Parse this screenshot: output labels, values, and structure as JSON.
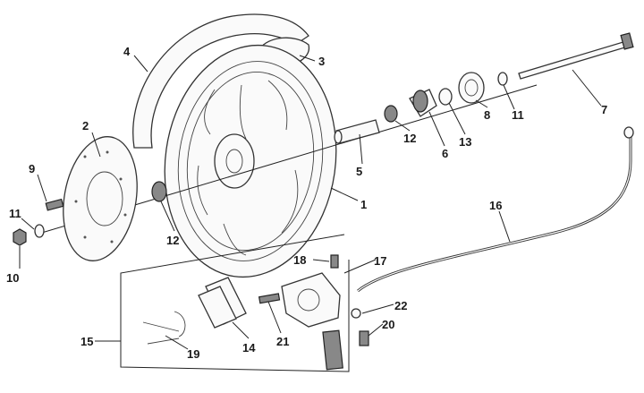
{
  "diagram": {
    "callouts": [
      {
        "id": "c1",
        "label": "1"
      },
      {
        "id": "c2",
        "label": "2"
      },
      {
        "id": "c3",
        "label": "3"
      },
      {
        "id": "c4",
        "label": "4"
      },
      {
        "id": "c5",
        "label": "5"
      },
      {
        "id": "c6",
        "label": "6"
      },
      {
        "id": "c7",
        "label": "7"
      },
      {
        "id": "c8",
        "label": "8"
      },
      {
        "id": "c9",
        "label": "9"
      },
      {
        "id": "c10",
        "label": "10"
      },
      {
        "id": "c11a",
        "label": "11"
      },
      {
        "id": "c11b",
        "label": "11"
      },
      {
        "id": "c12a",
        "label": "12"
      },
      {
        "id": "c12b",
        "label": "12"
      },
      {
        "id": "c13",
        "label": "13"
      },
      {
        "id": "c14",
        "label": "14"
      },
      {
        "id": "c15",
        "label": "15"
      },
      {
        "id": "c16",
        "label": "16"
      },
      {
        "id": "c17",
        "label": "17"
      },
      {
        "id": "c18",
        "label": "18"
      },
      {
        "id": "c19",
        "label": "19"
      },
      {
        "id": "c20",
        "label": "20"
      },
      {
        "id": "c21",
        "label": "21"
      },
      {
        "id": "c22",
        "label": "22"
      }
    ]
  }
}
